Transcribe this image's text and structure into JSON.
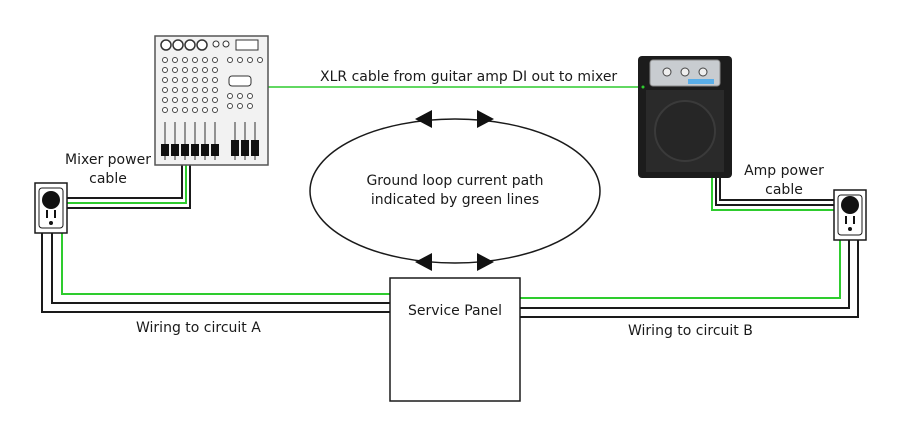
{
  "labels": {
    "xlr_cable": "XLR cable from guitar amp DI out to mixer",
    "ground_loop_line1": "Ground loop current path",
    "ground_loop_line2": "indicated by green lines",
    "mixer_power_line1": "Mixer power",
    "mixer_power_line2": "cable",
    "amp_power_line1": "Amp power",
    "amp_power_line2": "cable",
    "service_panel": "Service Panel",
    "wiring_a": "Wiring to circuit A",
    "wiring_b": "Wiring to circuit B"
  },
  "colors": {
    "ground_path": "#2ecc2e",
    "wire": "#1a1a1a",
    "amp_grille": "#2a2a2a",
    "amp_body": "#1c1c1c",
    "amp_panel": "#c8ccd0"
  },
  "icons": [
    "mixer-icon",
    "amp-icon",
    "outlet-icon",
    "arrow-icon"
  ]
}
